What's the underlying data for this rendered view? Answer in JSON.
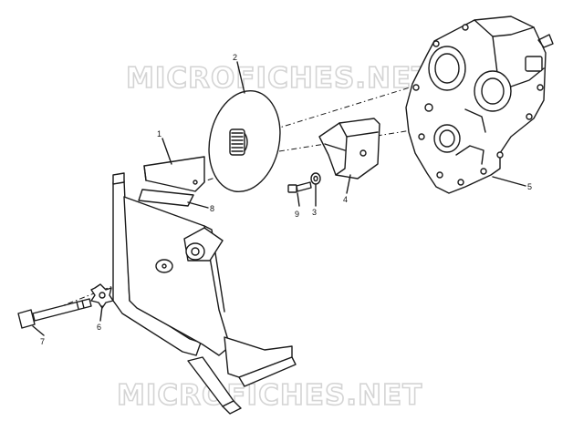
{
  "watermark": {
    "top": "MICROFICHES.NET",
    "bottom": "MICROFICHES.NET"
  },
  "callouts": [
    {
      "id": "c1",
      "number": "1"
    },
    {
      "id": "c2",
      "number": "2"
    },
    {
      "id": "c3",
      "number": "3"
    },
    {
      "id": "c4",
      "number": "4"
    },
    {
      "id": "c5",
      "number": "5"
    },
    {
      "id": "c6",
      "number": "6"
    },
    {
      "id": "c7",
      "number": "7"
    },
    {
      "id": "c8",
      "number": "8"
    },
    {
      "id": "c9",
      "number": "9"
    }
  ]
}
